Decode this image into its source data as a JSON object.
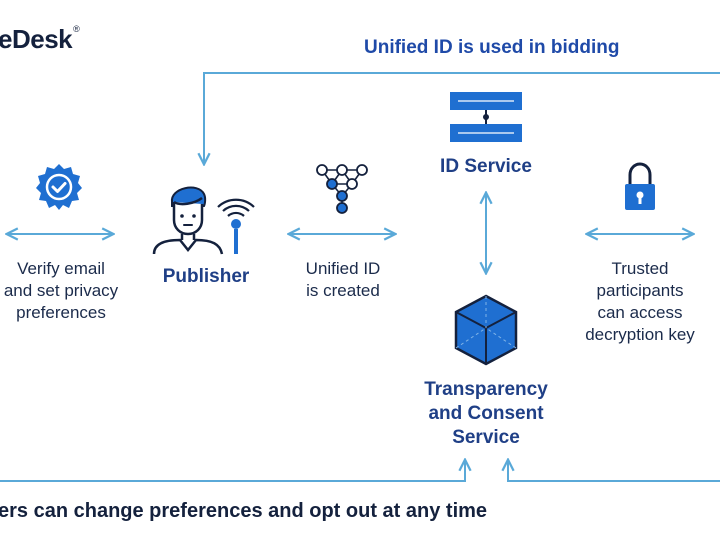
{
  "logo": {
    "text": "eDesk",
    "mark": "®"
  },
  "headline": "Unified ID is used in bidding",
  "nodes": {
    "verify": {
      "caption_lines": [
        "Verify email",
        "and set privacy",
        "preferences"
      ]
    },
    "publisher": {
      "title": "Publisher"
    },
    "unified": {
      "caption_lines": [
        "Unified ID",
        "is created"
      ]
    },
    "id_service": {
      "title": "ID Service"
    },
    "trusted": {
      "caption_lines": [
        "Trusted",
        "participants",
        "can access",
        "decryption key"
      ]
    },
    "tcs": {
      "title_lines": [
        "Transparency",
        "and Consent",
        "Service"
      ]
    }
  },
  "footer": "ers can change preferences and opt out at any time",
  "colors": {
    "primary": "#1f6fd1",
    "line": "#5aa9d8",
    "dark": "#14213d",
    "accent": "#1f4aa8"
  }
}
